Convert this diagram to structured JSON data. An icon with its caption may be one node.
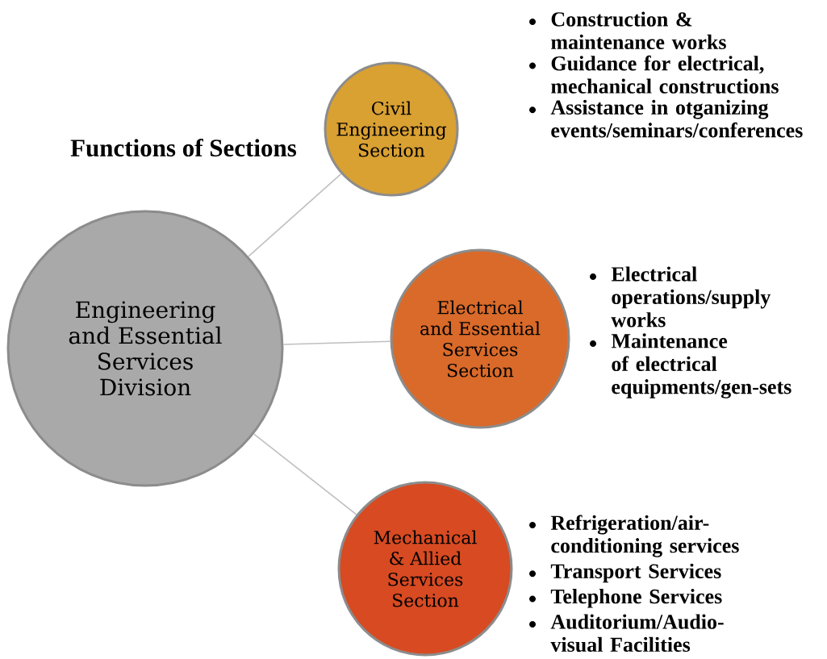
{
  "diagram": {
    "title": "Functions of Sections",
    "nodes": [
      {
        "text": [
          "Engineering and Essential Services Division"
        ]
      },
      {
        "text": [
          "Civil Engineering Section"
        ],
        "beside": [
          "Construction & maintenance works",
          "Guidance for electrical, mechanical constructions",
          "Assistance in otganizing events/seminars/conferences"
        ]
      },
      {
        "text": [
          "Electrical and Essential Services Section"
        ],
        "beside": [
          "Electrical operations/supply works",
          "Maintenance of electrical equipments/gen-sets"
        ]
      },
      {
        "text": [
          "Mechanical & Allied Services Section"
        ],
        "beside": [
          "Refrigeration/air-conditioning services",
          "Transport Services",
          "Telephone Services",
          "Auditorium/Audio-visual Facilities"
        ]
      }
    ],
    "edges": [
      {
        "from": 0,
        "to": 1,
        "arrow": "none"
      },
      {
        "from": 0,
        "to": 2,
        "arrow": "none"
      },
      {
        "from": 0,
        "to": 3,
        "arrow": "none"
      }
    ]
  }
}
